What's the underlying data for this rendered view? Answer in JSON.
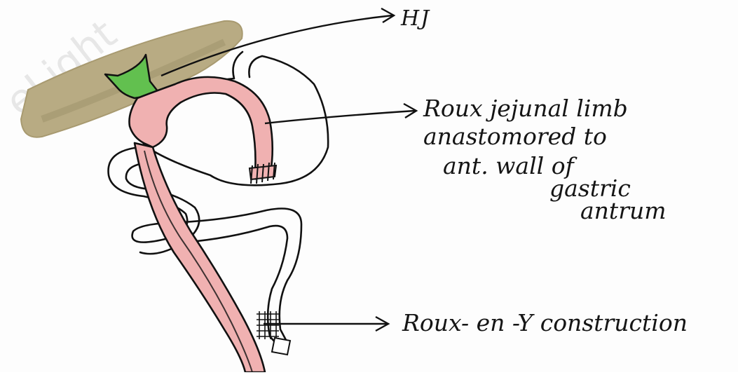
{
  "labels": {
    "hj": "HJ",
    "roux_limb_line1": "Roux jejunal limb",
    "roux_limb_line2": "anastomored to",
    "roux_limb_line3": "ant. wall of",
    "roux_limb_line4": "gastric",
    "roux_limb_line5": "antrum",
    "roux_en_y": "Roux- en -Y construction"
  },
  "watermark": "eLight",
  "colors": {
    "liver": "#b8ab83",
    "liver_dark": "#9a8d67",
    "bile_duct": "#62c04f",
    "jejunal_limb": "#f0b1b1",
    "outline": "#111111"
  }
}
